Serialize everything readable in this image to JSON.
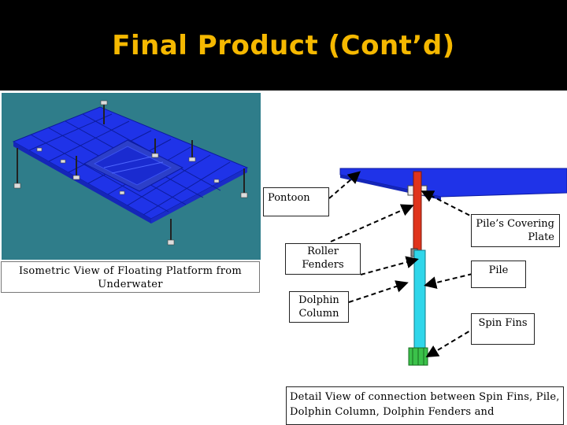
{
  "slide": {
    "title": "Final Product (Cont’d)"
  },
  "isometric": {
    "caption": "Isometric View of Floating Platform from Underwater"
  },
  "callouts": {
    "pontoon": "Pontoon",
    "covering_plate": "Pile’s Covering Plate",
    "roller_fenders": "Roller Fenders",
    "pile": "Pile",
    "dolphin_column": "Dolphin Column",
    "spin_fins": "Spin Fins"
  },
  "detail": {
    "caption": "Detail View of connection between Spin Fins, Pile, Dolphin Column, Dolphin Fenders and"
  },
  "colors": {
    "title": "#f5b800",
    "platform": "#1f33e8",
    "pile": "#e0341c",
    "dolphin_column": "#2fd6ea",
    "spin_fins": "#3bc24a",
    "underwater_bg": "#2f7d8a"
  }
}
